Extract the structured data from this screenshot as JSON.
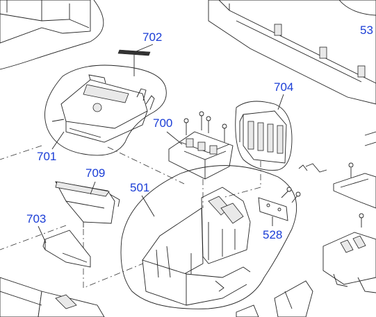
{
  "diagram": {
    "labels": {
      "p702": "702",
      "p704": "704",
      "p700": "700",
      "p701": "701",
      "p709": "709",
      "p501": "501",
      "p703": "703",
      "p528": "528",
      "p53x": "53"
    },
    "label_color": "#1a3dd6"
  }
}
